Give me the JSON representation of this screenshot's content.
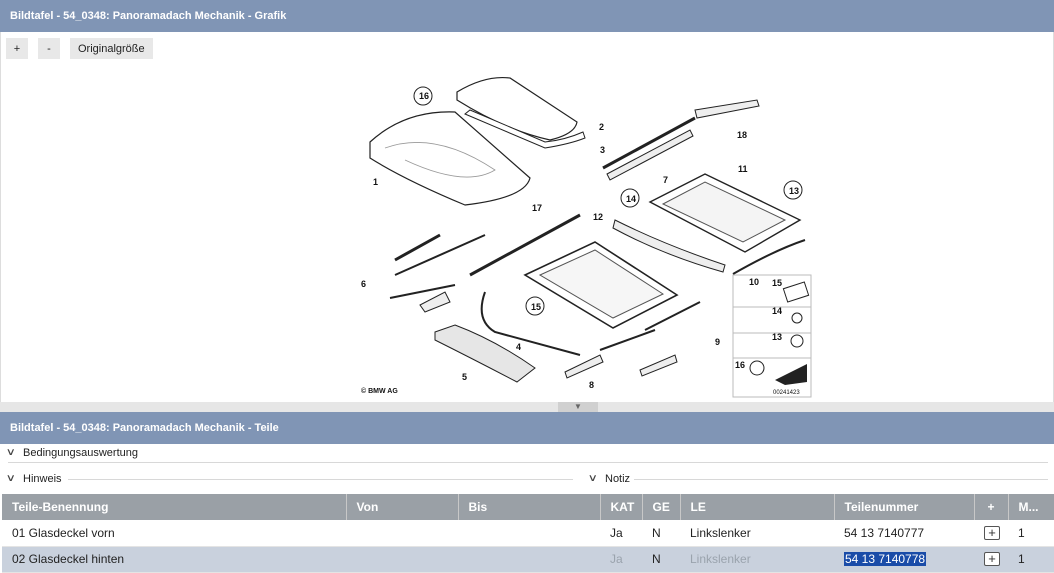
{
  "graphic_panel": {
    "title": "Bildtafel - 54_0348: Panoramadach Mechanik - Grafik",
    "toolbar": {
      "zoom_in": "+",
      "zoom_out": "-",
      "original_size": "Originalgröße"
    }
  },
  "diagram": {
    "copyright": "© BMW AG",
    "image_number": "00241423",
    "callouts": [
      "1",
      "2",
      "3",
      "4",
      "5",
      "6",
      "7",
      "8",
      "9",
      "10",
      "11",
      "12",
      "13",
      "14",
      "15",
      "16",
      "17",
      "18"
    ],
    "side_legend": [
      "15",
      "14",
      "13",
      "16"
    ]
  },
  "parts_panel": {
    "title": "Bildtafel - 54_0348: Panoramadach Mechanik - Teile",
    "conditions_label": "Bedingungsauswertung",
    "hint_label": "Hinweis",
    "note_label": "Notiz"
  },
  "table": {
    "columns": [
      "Teile-Benennung",
      "Von",
      "Bis",
      "KAT",
      "GE",
      "LE",
      "Teilenummer",
      "+",
      "M..."
    ],
    "rows": [
      {
        "name": "01 Glasdeckel vorn",
        "von": "",
        "bis": "",
        "kat": "Ja",
        "ge": "N",
        "le": "Linkslenker",
        "part_number": "54 13 7140777",
        "qty": "1"
      },
      {
        "name": "02 Glasdeckel hinten",
        "von": "",
        "bis": "",
        "kat": "Ja",
        "ge": "N",
        "le": "Linkslenker",
        "part_number": "54 13 7140778",
        "qty": "1"
      }
    ]
  }
}
